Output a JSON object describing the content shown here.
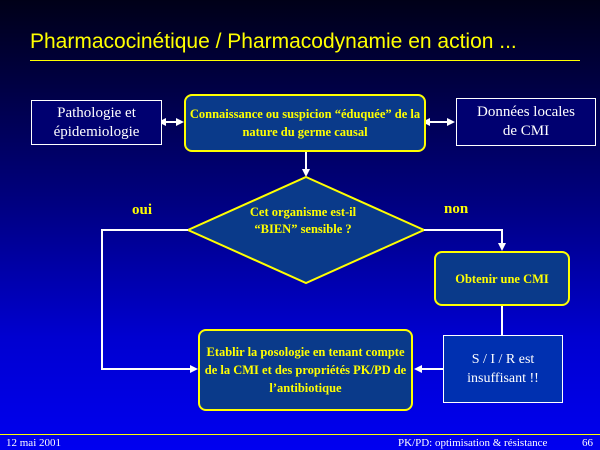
{
  "slide": {
    "title": "Pharmacocinétique / Pharmacodynamie en action ...",
    "footer": {
      "date": "12 mai 2001",
      "subject": "PK/PD: optimisation & résistance",
      "page": "66"
    }
  },
  "diagram": {
    "nodes": {
      "pathologie": "Pathologie et épidemiologie",
      "connaissance": "Connaissance ou suspicion “éduquée” de la nature du germe causal",
      "donnees": "Données locales de CMI",
      "decision": "Cet organisme est-il “BIEN” sensible ?",
      "obtenir": "Obtenir une CMI",
      "sir": "S / I / R est insuffisant !!",
      "etablir": "Etablir la posologie en tenant compte de la CMI et des propriétés PK/PD de l’antibiotique"
    },
    "branch_labels": {
      "yes": "oui",
      "no": "non"
    },
    "colors": {
      "accent": "#ffff00",
      "connector": "#ffffff",
      "box_fill": "#0a3a8a"
    }
  }
}
